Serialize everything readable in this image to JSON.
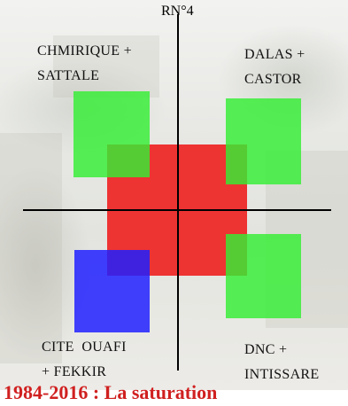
{
  "axis": {
    "road_label": "RN°4"
  },
  "zones": {
    "top_left": {
      "line1": "CHMIRIQUE +",
      "line2": "SATTALE",
      "color": "#33ee33"
    },
    "top_right": {
      "line1": "DALAS +",
      "line2": "CASTOR",
      "color": "#33ee33"
    },
    "bottom_left": {
      "line1": "CITE  OUAFI",
      "line2": "+ FEKKIR",
      "color": "#2020ff"
    },
    "bottom_right": {
      "line1": "DNC +",
      "line2": "INTISSARE",
      "color": "#33ee33"
    },
    "center": {
      "color": "#ee3333"
    }
  },
  "caption": {
    "text": "1984-2016 : La saturation",
    "color": "#d02020"
  }
}
